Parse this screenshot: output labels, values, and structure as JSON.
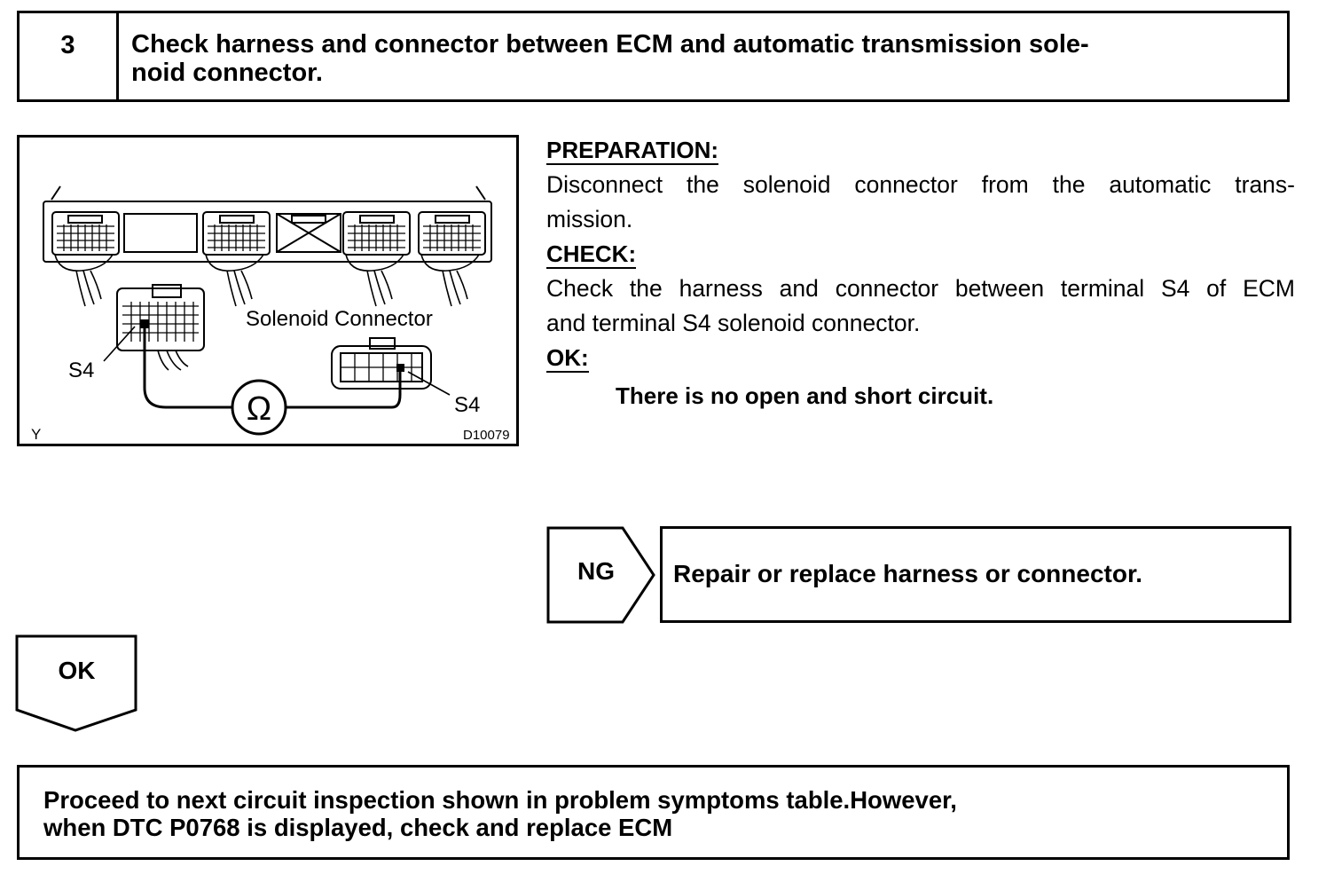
{
  "step": {
    "number": "3",
    "title_lines": [
      "Check harness and connector between ECM and automatic transmission sole-",
      "noid connector."
    ]
  },
  "figure": {
    "label_solenoid_connector": "Solenoid Connector",
    "label_s4_ecm": "S4",
    "label_s4_solenoid": "S4",
    "meter_symbol": "Ω",
    "corner_mark": "Y",
    "figure_code": "D10079"
  },
  "preparation": {
    "heading": "PREPARATION:",
    "lines": [
      "Disconnect the solenoid connector from the automatic trans-",
      "mission."
    ]
  },
  "check": {
    "heading": "CHECK:",
    "lines": [
      "Check the harness and connector between terminal S4 of ECM",
      "and terminal S4 solenoid connector."
    ]
  },
  "ok": {
    "heading": "OK:",
    "result": "There is no open and short circuit."
  },
  "ng": {
    "label": "NG",
    "action": "Repair or replace harness or connector."
  },
  "ok_arrow": {
    "label": "OK"
  },
  "final": {
    "lines": [
      "Proceed to next circuit inspection shown in problem symptoms table.However,",
      "when DTC P0768 is displayed, check and replace ECM"
    ]
  }
}
